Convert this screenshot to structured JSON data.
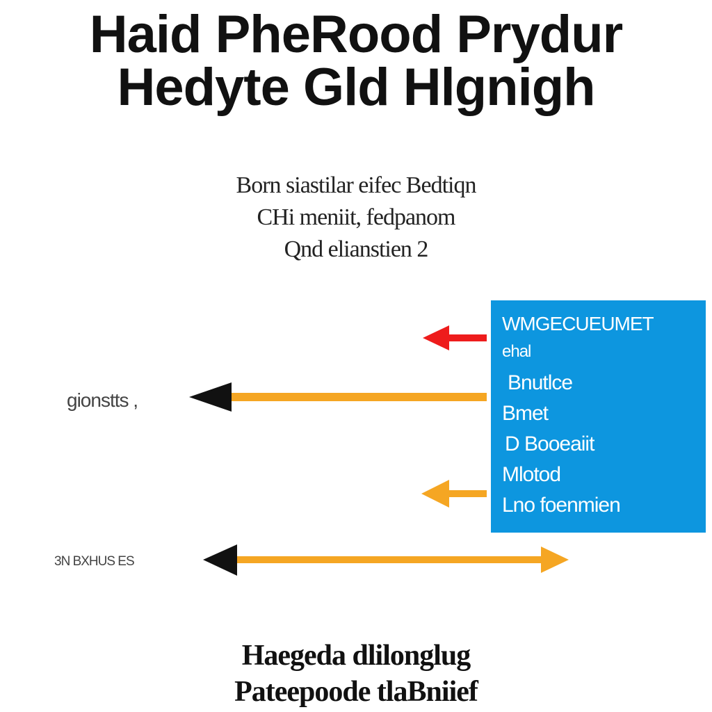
{
  "title": {
    "line1": "Haid PheRood Prydur",
    "line2": "Hedyte Gld Hlgnigh"
  },
  "subtitle": {
    "line1": "Born siastilar eifec Bedtiqn",
    "line2": "CHi meniit, fedpanom",
    "line3": "Qnd elianstien 2"
  },
  "side_labels": {
    "upper": "gionstts ,",
    "lower": "3N BXHUS ES"
  },
  "panel": {
    "color": "#0d96df",
    "lines": [
      "WMGECUEUMET",
      "ehal",
      "Bnutlce",
      "Bmet",
      "D Booeaiit",
      "Mlotod",
      "Lno foenmien"
    ]
  },
  "arrows": {
    "colors": {
      "red": "#ee1c1c",
      "orange": "#f5a623",
      "black": "#111111"
    }
  },
  "footer": {
    "line1": "Haegeda dlilonglug",
    "line2": "Pateepoode tlaBniief"
  }
}
